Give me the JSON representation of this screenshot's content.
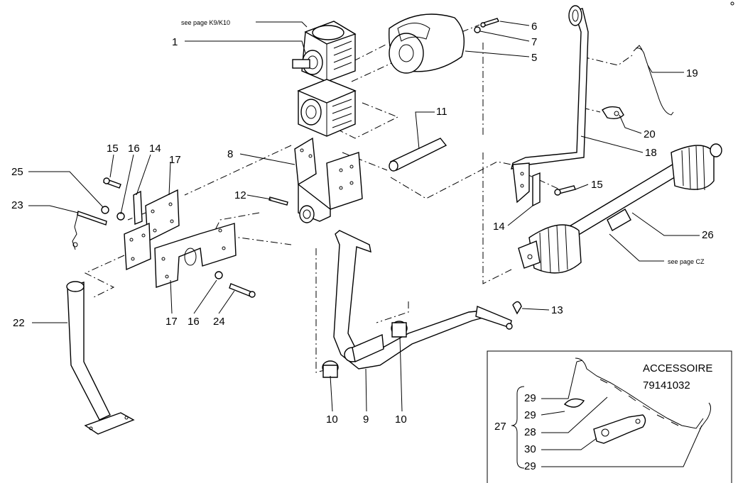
{
  "references": {
    "top": "see page K9/K10",
    "shaft": "see page CZ"
  },
  "accessory": {
    "title": "ACCESSOIRE",
    "code": "79141032"
  },
  "callouts": [
    {
      "id": "c1",
      "text": "1"
    },
    {
      "id": "c5",
      "text": "5"
    },
    {
      "id": "c6",
      "text": "6"
    },
    {
      "id": "c7",
      "text": "7"
    },
    {
      "id": "c8",
      "text": "8"
    },
    {
      "id": "c9",
      "text": "9"
    },
    {
      "id": "c10a",
      "text": "10"
    },
    {
      "id": "c10b",
      "text": "10"
    },
    {
      "id": "c11",
      "text": "11"
    },
    {
      "id": "c12",
      "text": "12"
    },
    {
      "id": "c13",
      "text": "13"
    },
    {
      "id": "c14a",
      "text": "14"
    },
    {
      "id": "c14b",
      "text": "14"
    },
    {
      "id": "c15a",
      "text": "15"
    },
    {
      "id": "c15b",
      "text": "15"
    },
    {
      "id": "c16a",
      "text": "16"
    },
    {
      "id": "c16b",
      "text": "16"
    },
    {
      "id": "c17a",
      "text": "17"
    },
    {
      "id": "c17b",
      "text": "17"
    },
    {
      "id": "c18",
      "text": "18"
    },
    {
      "id": "c19",
      "text": "19"
    },
    {
      "id": "c20",
      "text": "20"
    },
    {
      "id": "c22",
      "text": "22"
    },
    {
      "id": "c23",
      "text": "23"
    },
    {
      "id": "c24",
      "text": "24"
    },
    {
      "id": "c25",
      "text": "25"
    },
    {
      "id": "c26",
      "text": "26"
    },
    {
      "id": "c27",
      "text": "27"
    },
    {
      "id": "c28",
      "text": "28"
    },
    {
      "id": "c29a",
      "text": "29"
    },
    {
      "id": "c29b",
      "text": "29"
    },
    {
      "id": "c29c",
      "text": "29"
    },
    {
      "id": "c30",
      "text": "30"
    }
  ]
}
